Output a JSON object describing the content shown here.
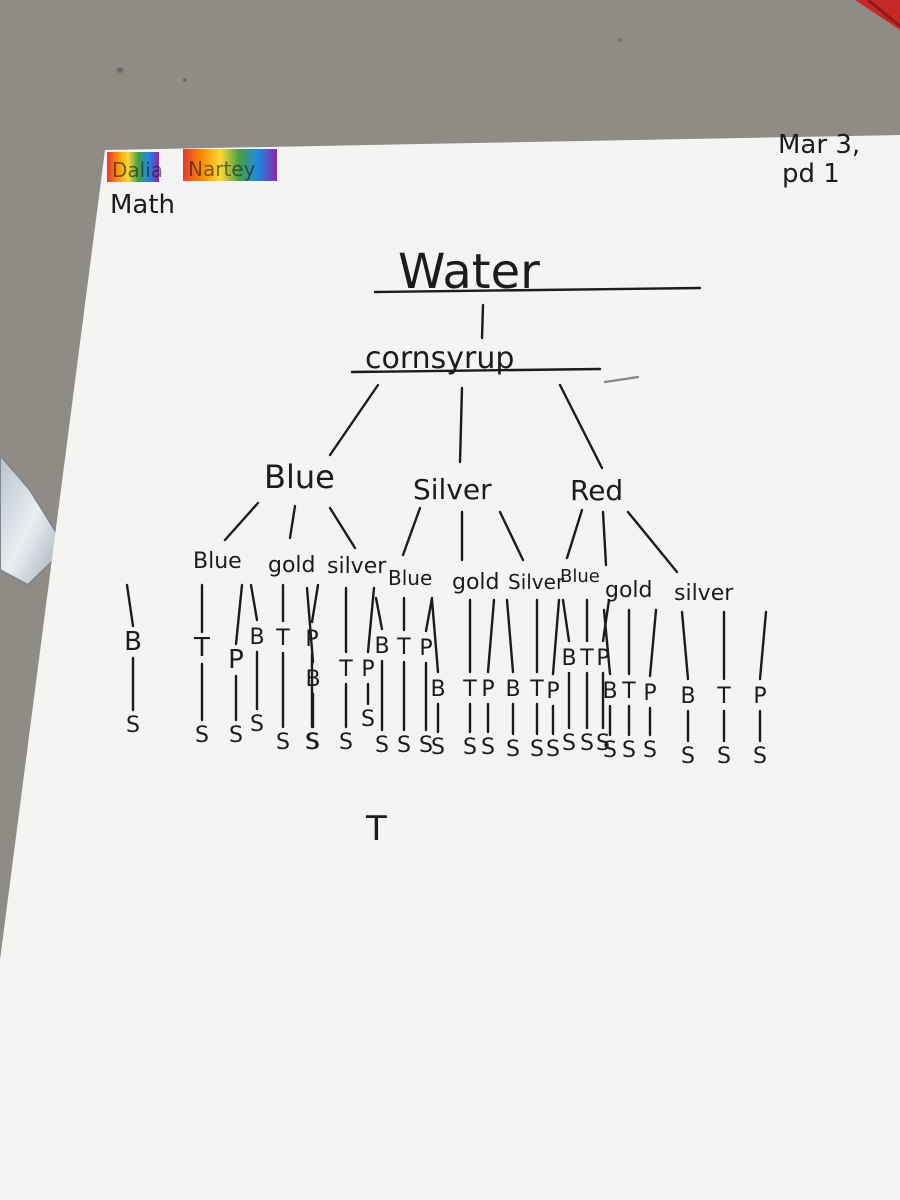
{
  "header": {
    "name_first": "Dalia",
    "name_last": "Nartey",
    "subject": "Math",
    "date": "Mar 3,",
    "period": "pd 1"
  },
  "tree": {
    "root": "Water",
    "level1": "cornsyrup",
    "level2": [
      "Blue",
      "Silver",
      "Red"
    ],
    "level3": [
      "Blue",
      "gold",
      "silver",
      "Blue",
      "gold",
      "Silver",
      "Blue",
      "gold",
      "silver"
    ],
    "level4": [
      "B",
      "T",
      "P"
    ],
    "level5": "S"
  },
  "stray_mark": "T",
  "colors": {
    "paper": "#f4f4f2",
    "ink": "#1c1c1c",
    "table": "#8f8c86",
    "rainbow": [
      "#e53935",
      "#fb8c00",
      "#fdd835",
      "#43a047",
      "#1e88e5",
      "#8e24aa"
    ]
  }
}
